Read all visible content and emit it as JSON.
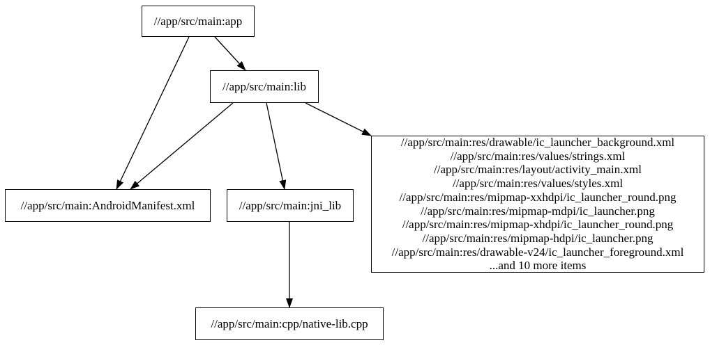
{
  "diagram": {
    "kind": "build-dependency-graph",
    "colors": {
      "background": "#ffffff",
      "node_border": "#000000",
      "node_fill": "#ffffff",
      "edge": "#000000",
      "text": "#000000"
    },
    "nodes": {
      "app": {
        "label": "//app/src/main:app"
      },
      "lib": {
        "label": "//app/src/main:lib"
      },
      "manifest": {
        "label": "//app/src/main:AndroidManifest.xml"
      },
      "jni_lib": {
        "label": "//app/src/main:jni_lib"
      },
      "res_group": {
        "lines": [
          "//app/src/main:res/drawable/ic_launcher_background.xml",
          "//app/src/main:res/values/strings.xml",
          "//app/src/main:res/layout/activity_main.xml",
          "//app/src/main:res/values/styles.xml",
          "//app/src/main:res/mipmap-xxhdpi/ic_launcher_round.png",
          "//app/src/main:res/mipmap-mdpi/ic_launcher.png",
          "//app/src/main:res/mipmap-xhdpi/ic_launcher_round.png",
          "//app/src/main:res/mipmap-hdpi/ic_launcher.png",
          "//app/src/main:res/drawable-v24/ic_launcher_foreground.xml",
          "...and 10 more items"
        ]
      },
      "native_lib": {
        "label": "//app/src/main:cpp/native-lib.cpp"
      }
    },
    "edges": [
      {
        "from": "app",
        "to": "lib"
      },
      {
        "from": "app",
        "to": "manifest"
      },
      {
        "from": "lib",
        "to": "manifest"
      },
      {
        "from": "lib",
        "to": "jni_lib"
      },
      {
        "from": "lib",
        "to": "res_group"
      },
      {
        "from": "jni_lib",
        "to": "native_lib"
      }
    ]
  }
}
